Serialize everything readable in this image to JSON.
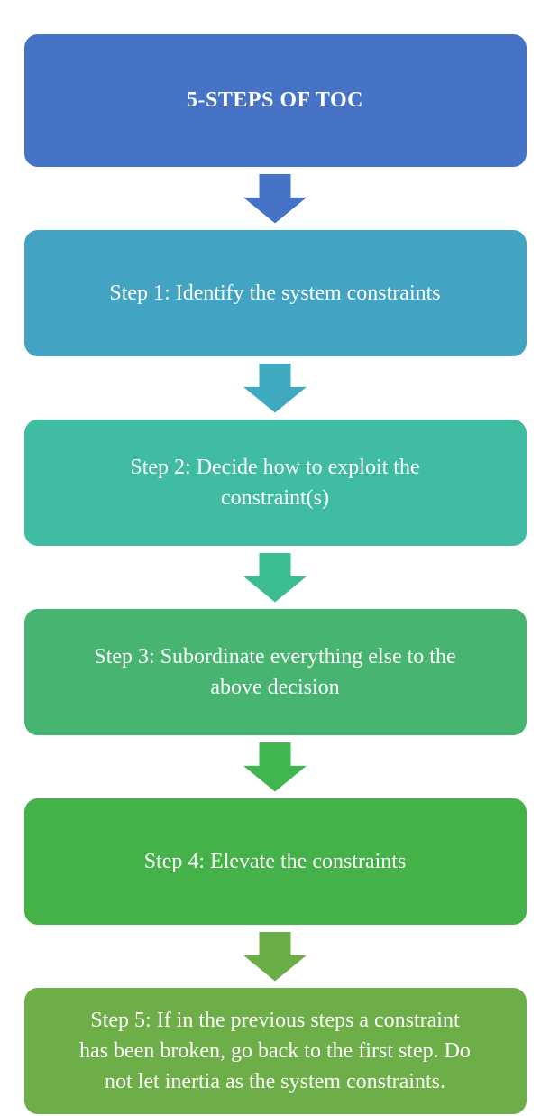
{
  "flowchart": {
    "title_node": {
      "label": "5-STEPS OF TOC",
      "color": "#4673C5"
    },
    "steps": [
      {
        "label": "Step 1: Identify the system constraints",
        "color": "#43A3C2"
      },
      {
        "label": "Step 2: Decide how to exploit the\nconstraint(s)",
        "color": "#40BCA2"
      },
      {
        "label": "Step 3: Subordinate everything else to the\nabove decision",
        "color": "#47B471"
      },
      {
        "label": "Step 4: Elevate the constraints",
        "color": "#45B149"
      },
      {
        "label": "Step 5: If in the previous steps a constraint\nhas been broken, go back to the first step. Do\nnot let inertia as the system constraints.",
        "color": "#6DAE49"
      }
    ],
    "arrows": [
      {
        "name": "down-arrow",
        "color": "#4673C5"
      },
      {
        "name": "down-arrow",
        "color": "#3FA9BF"
      },
      {
        "name": "down-arrow",
        "color": "#3CBD8F"
      },
      {
        "name": "down-arrow",
        "color": "#41B54F"
      },
      {
        "name": "down-arrow",
        "color": "#6BAE47"
      }
    ],
    "text_color": "#FFFFFF"
  }
}
